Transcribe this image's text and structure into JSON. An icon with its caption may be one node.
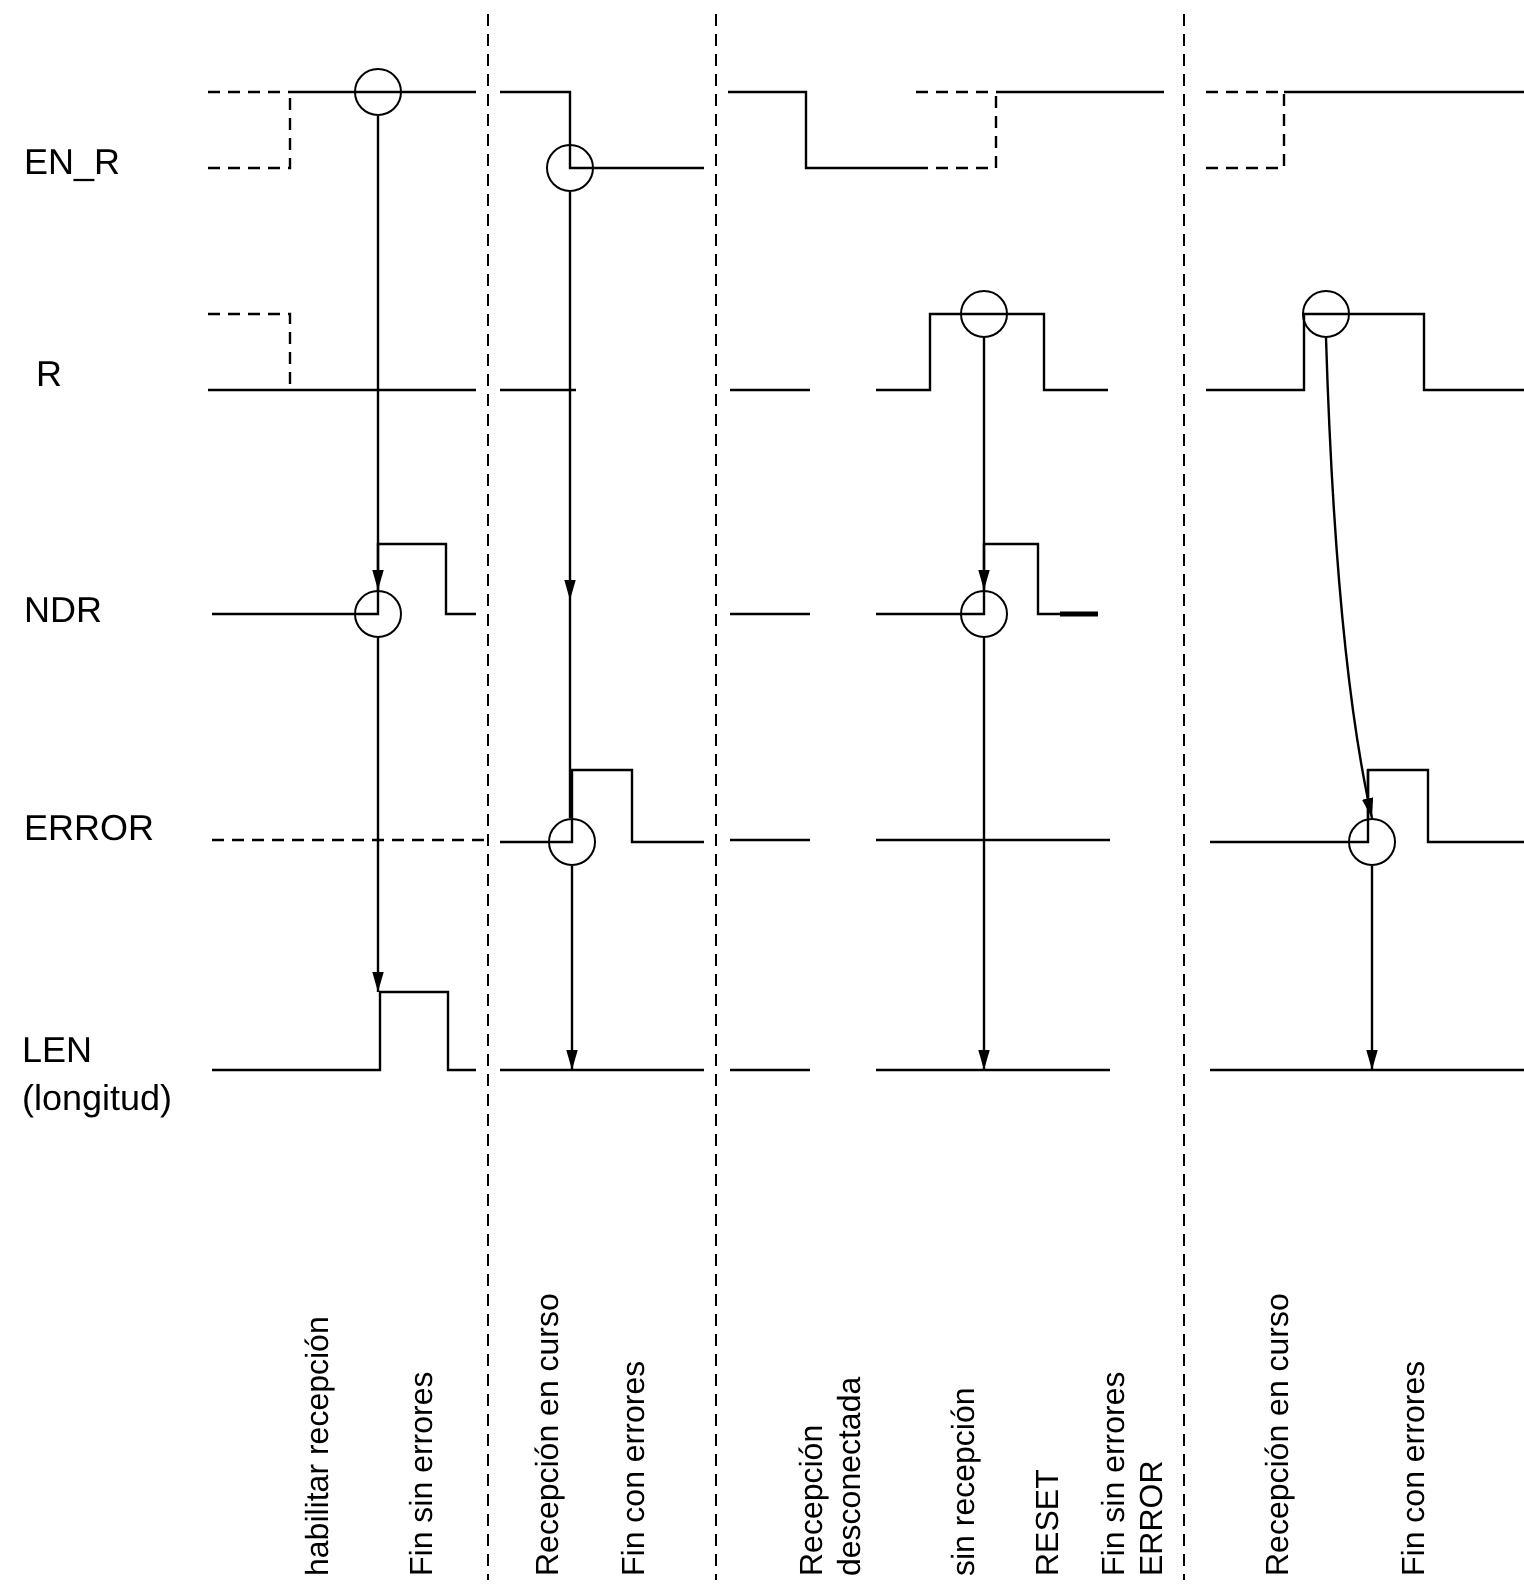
{
  "diagram": {
    "nodes": [
      {
        "text": [],
        "shape": "circle"
      },
      {
        "text": [],
        "shape": "circle"
      },
      {
        "text": [],
        "shape": "circle"
      },
      {
        "text": [],
        "shape": "circle"
      },
      {
        "text": [],
        "shape": "circle"
      },
      {
        "text": [],
        "shape": "circle"
      },
      {
        "text": [],
        "shape": "circle"
      },
      {
        "text": [],
        "shape": "circle"
      }
    ],
    "edges": [
      {
        "from": 0,
        "to": 1,
        "arrow": "to"
      },
      {
        "from": 1,
        "to": null,
        "arrow": "to"
      },
      {
        "from": 2,
        "to": null,
        "arrow": "to"
      },
      {
        "from": 3,
        "to": null,
        "arrow": "to"
      },
      {
        "from": 4,
        "to": 5,
        "arrow": "to"
      },
      {
        "from": 5,
        "to": null,
        "arrow": "to"
      },
      {
        "from": 6,
        "to": 7,
        "arrow": "to"
      },
      {
        "from": 7,
        "to": null,
        "arrow": "to"
      }
    ],
    "labels": [
      "EN_R",
      "R",
      "NDR",
      "ERROR",
      "LEN (longitud)",
      "habilitar recepción",
      "Fin sin errores",
      "Recepción en curso",
      "Fin con errores",
      "Recepción desconectada",
      "sin recepción",
      "RESET",
      "Fin sin errores ERROR",
      "Recepción en curso",
      "Fin con errores"
    ]
  }
}
